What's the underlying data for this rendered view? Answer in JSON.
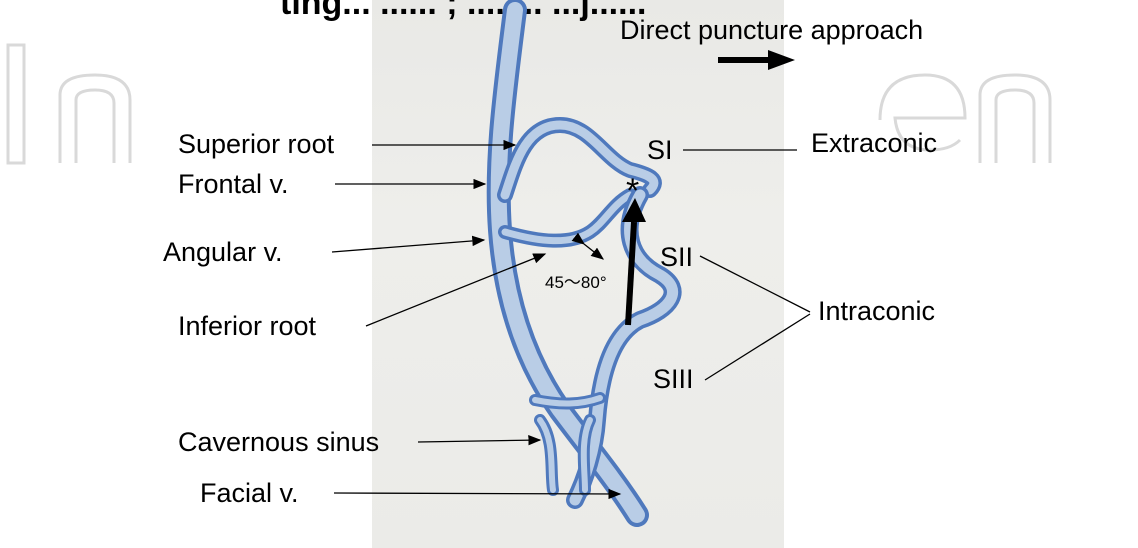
{
  "header": {
    "partial_title": "ting... ...... ; .... ... ...j......",
    "approach_label": "Direct puncture approach"
  },
  "labels": {
    "superior_root": "Superior root",
    "frontal_v": "Frontal v.",
    "angular_v": "Angular v.",
    "inferior_root": "Inferior root",
    "cavernous_sinus": "Cavernous sinus",
    "facial_v": "Facial v.",
    "extraconic": "Extraconic",
    "intraconic": "Intraconic",
    "s1": "SI",
    "s2": "SII",
    "s3": "SIII",
    "angle": "45〜80°",
    "puncture_mark": "*"
  },
  "colors": {
    "vein_fill": "#b9cde6",
    "vein_edge": "#4f79bd",
    "line": "#000000",
    "watermark": "#d7d7d7"
  }
}
